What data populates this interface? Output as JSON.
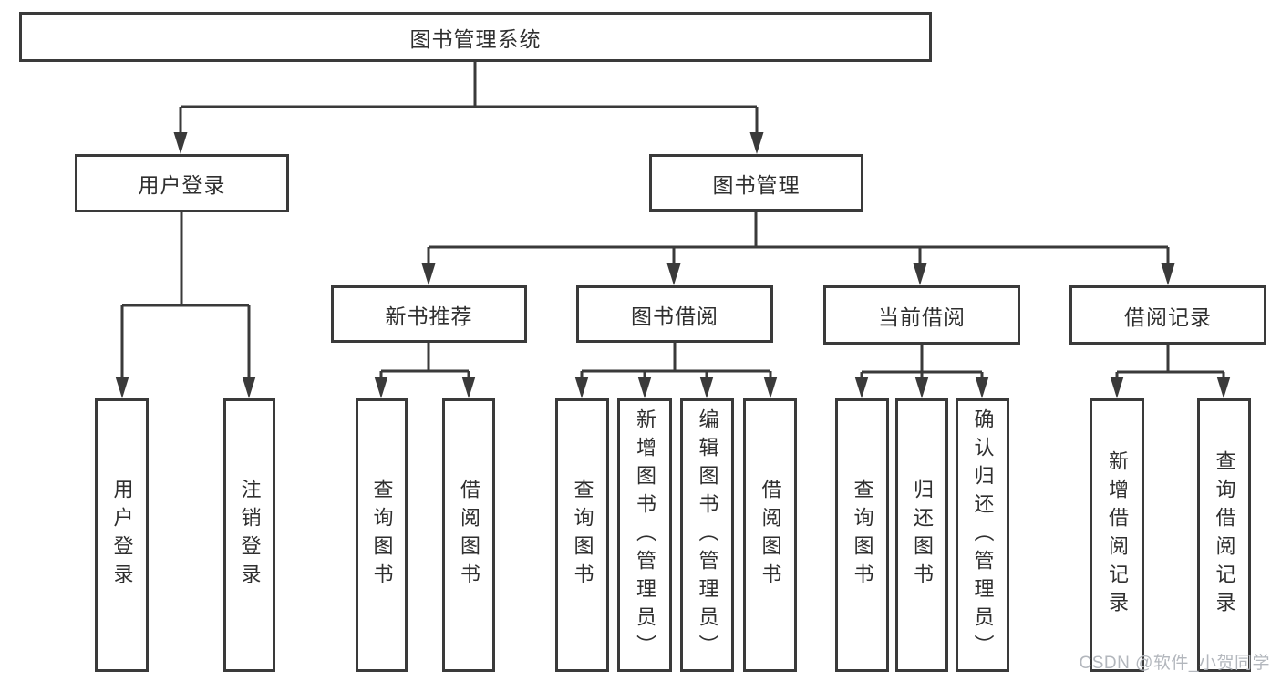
{
  "diagram": {
    "root": {
      "label": "图书管理系统"
    },
    "level2": [
      {
        "id": "user-login",
        "label": "用户登录"
      },
      {
        "id": "book-management",
        "label": "图书管理"
      }
    ],
    "level3": [
      {
        "id": "new-book-recommend",
        "parent": "图书管理",
        "label": "新书推荐"
      },
      {
        "id": "book-borrow",
        "parent": "图书管理",
        "label": "图书借阅"
      },
      {
        "id": "current-borrow",
        "parent": "图书管理",
        "label": "当前借阅"
      },
      {
        "id": "borrow-records",
        "parent": "图书管理",
        "label": "借阅记录"
      }
    ],
    "leaves": [
      {
        "parent": "用户登录",
        "label": "用户登录"
      },
      {
        "parent": "用户登录",
        "label": "注销登录"
      },
      {
        "parent": "新书推荐",
        "label": "查询图书"
      },
      {
        "parent": "新书推荐",
        "label": "借阅图书"
      },
      {
        "parent": "图书借阅",
        "label": "查询图书"
      },
      {
        "parent": "图书借阅",
        "label": "新增图书（管理员）"
      },
      {
        "parent": "图书借阅",
        "label": "编辑图书（管理员）"
      },
      {
        "parent": "图书借阅",
        "label": "借阅图书"
      },
      {
        "parent": "当前借阅",
        "label": "查询图书"
      },
      {
        "parent": "当前借阅",
        "label": "归还图书"
      },
      {
        "parent": "当前借阅",
        "label": "确认归还（管理员）"
      },
      {
        "parent": "借阅记录",
        "label": "新增借阅记录"
      },
      {
        "parent": "借阅记录",
        "label": "查询借阅记录"
      }
    ]
  },
  "watermark": {
    "text": "CSDN @软件_小贺同学"
  },
  "colors": {
    "line": "#3a3a3a",
    "text": "#2f2f2f",
    "watermark": "#b3b7bd",
    "background": "#ffffff"
  }
}
